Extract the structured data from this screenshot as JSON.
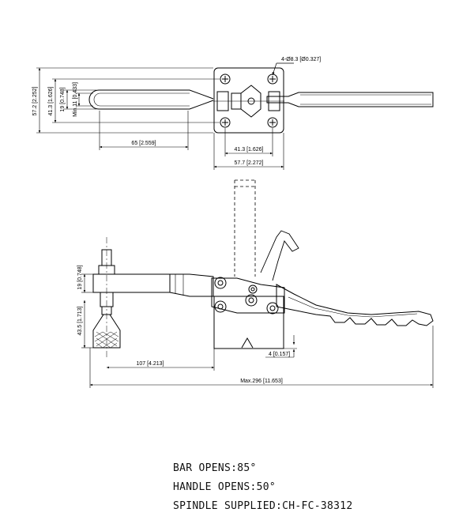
{
  "top_view": {
    "hole_callout": "4-Ø8.3 [Ø0.327]",
    "dim_overall_height": "57.2 [2.252]",
    "dim_handle_width": "41.3 [1.626]",
    "dim_bar_width": "19 [0.748]",
    "dim_min_gap": "Min.11 [0.433]",
    "dim_bar_length": "65 [2.559]",
    "dim_hole_spacing": "41.3 [1.626]",
    "dim_base_width": "57.7 [2.272]"
  },
  "side_view": {
    "dim_bar_height": "19 [0.748]",
    "dim_spindle_height": "43.5 [1.713]",
    "dim_reach": "107 [4.213]",
    "dim_base_offset": "4 [0.157]",
    "dim_max_length": "Max.296 [11.653]"
  },
  "notes": {
    "bar_opens": "BAR OPENS:85°",
    "handle_opens": "HANDLE OPENS:50°",
    "spindle": "SPINDLE SUPPLIED:CH-FC-38312"
  }
}
